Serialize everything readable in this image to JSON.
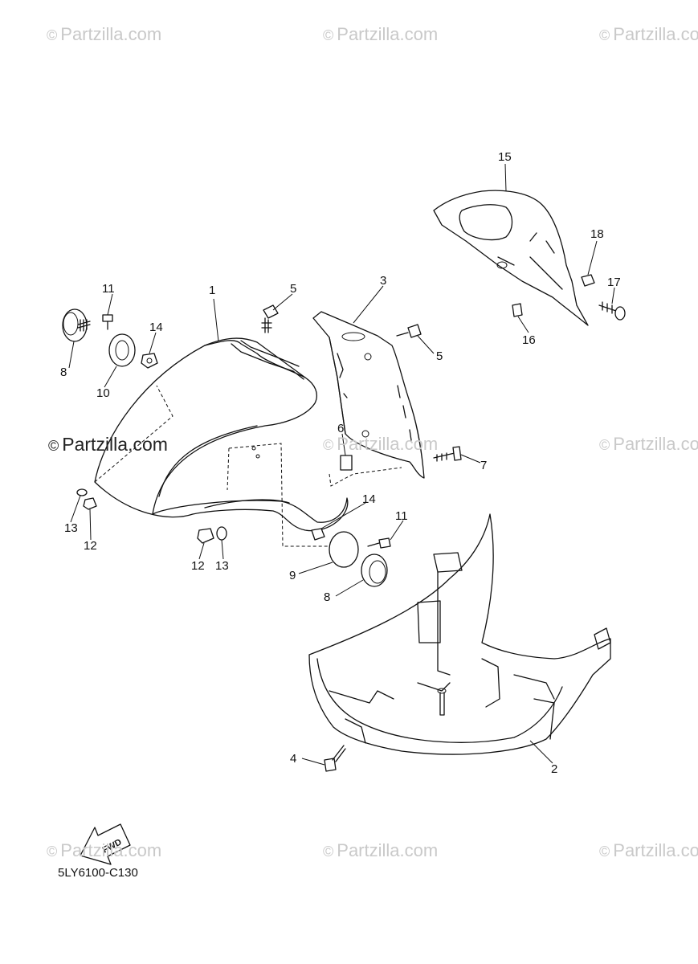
{
  "watermark": {
    "text": "Partzilla.com",
    "symbol": "©"
  },
  "callouts": [
    "1",
    "2",
    "3",
    "4",
    "5",
    "6",
    "7",
    "8",
    "9",
    "10",
    "11",
    "12",
    "13",
    "14",
    "15",
    "16",
    "17",
    "18"
  ],
  "diagram_code": "5LY6100-C130",
  "fwd_label": "FWD"
}
